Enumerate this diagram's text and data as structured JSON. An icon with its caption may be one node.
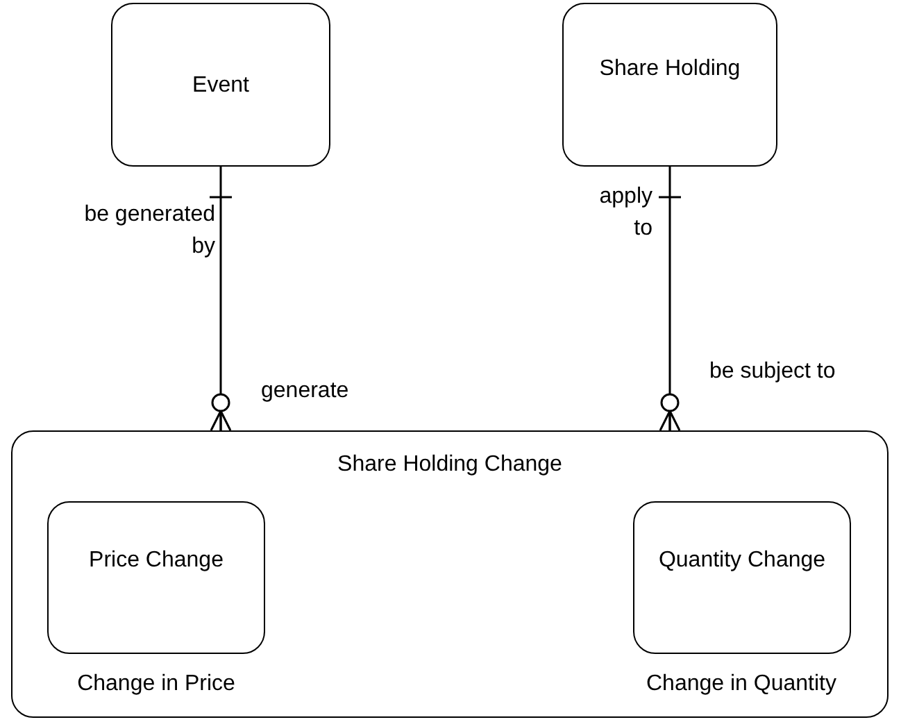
{
  "diagram": {
    "nodes": [
      {
        "text": [
          "Event"
        ]
      },
      {
        "text": [
          "Share Holding"
        ]
      },
      {
        "text": [
          "Share Holding Change"
        ]
      },
      {
        "text": [
          "Price Change"
        ],
        "in": 2,
        "beside": [
          "Change in Price"
        ]
      },
      {
        "text": [
          "Quantity Change"
        ],
        "in": 2,
        "beside": [
          "Change in Quantity"
        ]
      }
    ],
    "edges": [
      {
        "from": 0,
        "to": 2,
        "arrow": "other"
      },
      {
        "from": 1,
        "to": 2,
        "arrow": "other"
      }
    ],
    "labels": [
      "be generated by",
      "apply to",
      "generate",
      "be subject to"
    ]
  }
}
